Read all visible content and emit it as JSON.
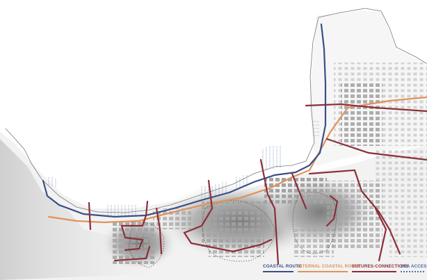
{
  "legend": {
    "coastal_route": {
      "label": "COASTAL ROUTE",
      "color": "#3a4f86"
    },
    "internal_coastal_route": {
      "label": "INTERNAL COASTAL ROUTE",
      "color": "#e0925a"
    },
    "sutures_connections": {
      "label": "SUTURES-CONNECTIONS",
      "color": "#8b2e38"
    },
    "sea_access": {
      "label": "SEA ACCESS",
      "color": "#4e6ea8"
    }
  },
  "colors": {
    "background": "#ffffff",
    "terrain": "#d9d9d9",
    "buildings": "#9e9e9e",
    "coastline": "#7a7a7a"
  }
}
